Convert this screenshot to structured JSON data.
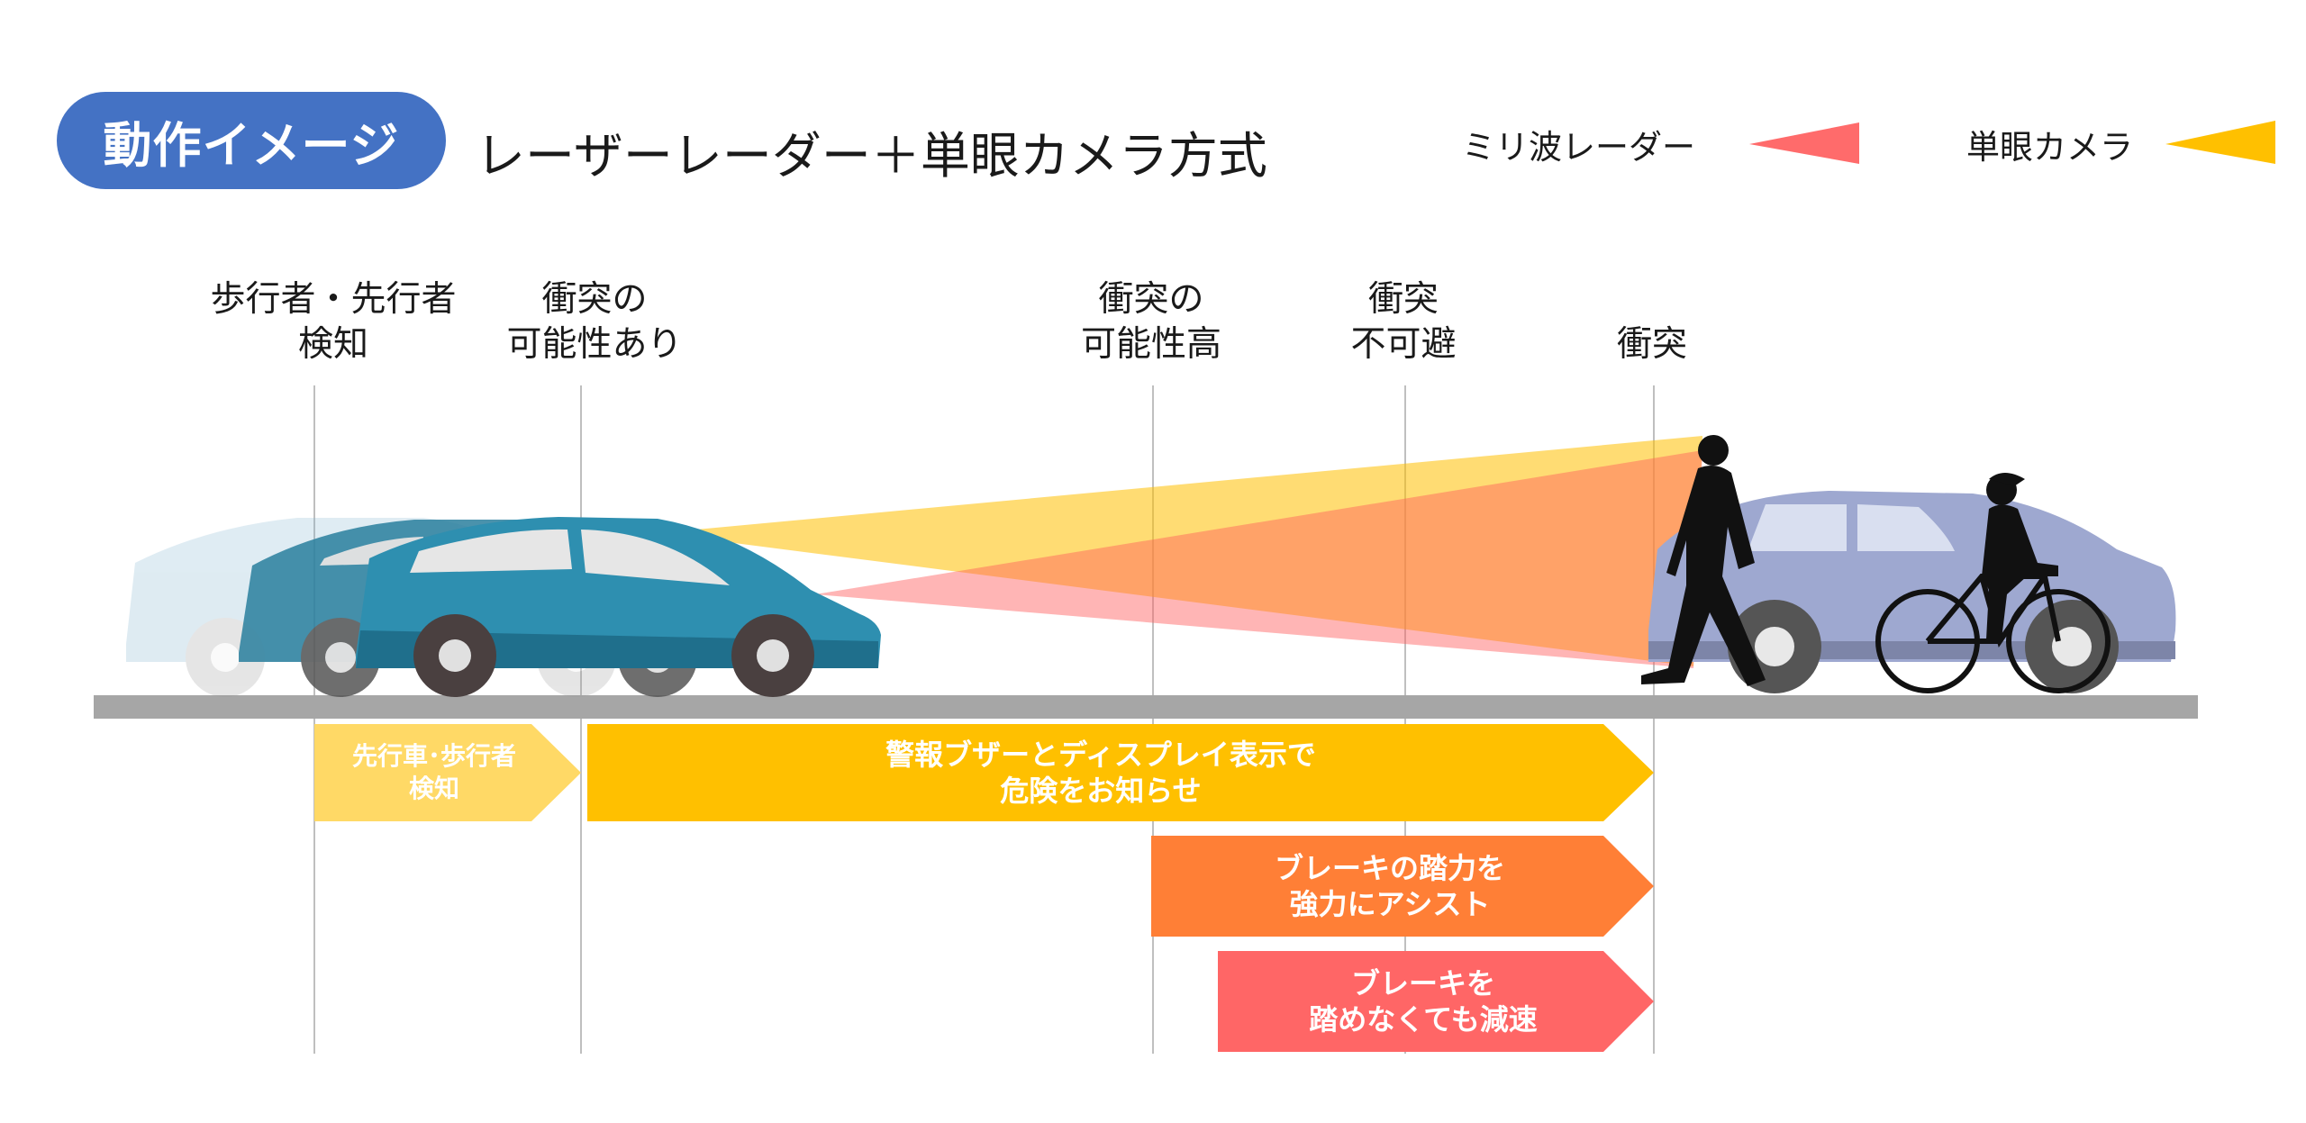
{
  "header": {
    "badge": "動作イメージ",
    "subtitle": "レーザーレーダー＋単眼カメラ方式"
  },
  "legend": [
    {
      "label": "ミリ波レーダー",
      "color": "#ff6b6b"
    },
    {
      "label": "単眼カメラ",
      "color": "#ffc000"
    }
  ],
  "stages": [
    {
      "label": "歩行者・先行者\n検知"
    },
    {
      "label": "衝突の\n可能性あり"
    },
    {
      "label": "衝突の\n可能性高"
    },
    {
      "label": "衝突\n不可避"
    },
    {
      "label": "衝突"
    }
  ],
  "actions": [
    {
      "label": "先行車･歩行者\n検知",
      "color": "#ffd966"
    },
    {
      "label": "警報ブザーとディスプレイ表示で\n危険をお知らせ",
      "color": "#ffc000"
    },
    {
      "label": "ブレーキの踏力を\n強力にアシスト",
      "color": "#ff7f36"
    },
    {
      "label": "ブレーキを\n踏めなくても減速",
      "color": "#ff6666"
    }
  ],
  "colors": {
    "badge": "#4472c4",
    "road": "#a6a6a6",
    "ego_car": "#2e8fb0",
    "target_car": "#9ea8d0"
  },
  "icons": [
    "ego-car-icon",
    "pedestrian-icon",
    "cyclist-icon",
    "target-car-icon"
  ]
}
